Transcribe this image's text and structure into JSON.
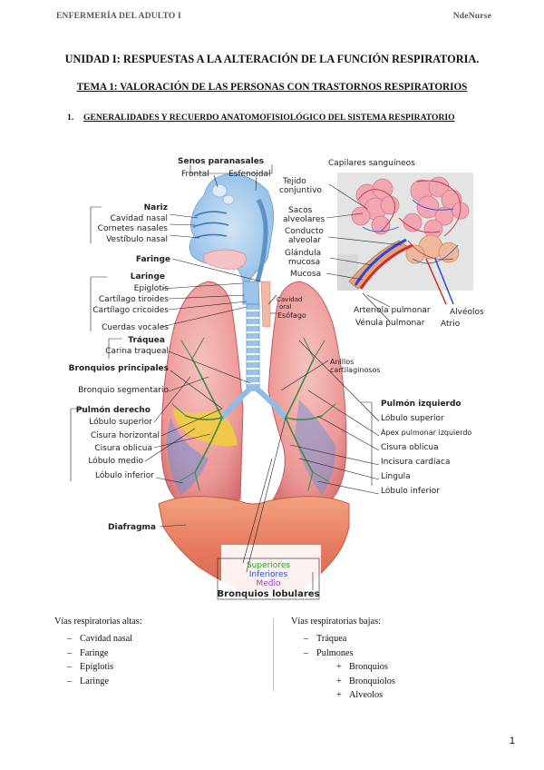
{
  "header": {
    "left": "ENFERMERÍA DEL ADULTO I",
    "right": "NdeNurse"
  },
  "unit_title": "UNIDAD I: RESPUESTAS A LA ALTERACIÓN DE LA FUNCIÓN RESPIRATORIA.",
  "topic_title": "TEMA 1: VALORACIÓN DE LAS PERSONAS CON TRASTORNOS RESPIRATORIOS",
  "section": {
    "number": "1.",
    "title": "GENERALIDADES Y RECUERDO ANATOMOFISIOLÓGICO DEL SISTEMA RESPIRATORIO"
  },
  "diagram": {
    "labels": {
      "senos": "Senos paranasales",
      "frontal": "Frontal",
      "esfenoidal": "Esfenoidal",
      "nariz": "Nariz",
      "cavidad_nasal": "Cavidad nasal",
      "cornetes": "Cornetes nasales",
      "vestibulo": "Vestíbulo nasal",
      "faringe": "Faringe",
      "laringe": "Laringe",
      "epiglotis": "Epiglotis",
      "tiroides": "Cartílago tiroides",
      "cricoides": "Cartílago cricoides",
      "cuerdas": "Cuerdas vocales",
      "traquea": "Tráquea",
      "carina": "Carina traqueal",
      "bronquios_principales": "Bronquios principales",
      "bronquio_segmentario": "Bronquio segmentario",
      "pulmon_derecho": "Pulmón derecho",
      "lobulo_superior_d": "Lóbulo superior",
      "cisura_horizontal": "Cisura horizontal",
      "cisura_oblicua_d": "Cisura oblicua",
      "lobulo_medio": "Lóbulo medio",
      "lobulo_inferior_d": "Lóbulo inferior",
      "diafragma": "Diafragma",
      "capilares": "Capilares sanguíneos",
      "tejido1": "Tejido",
      "tejido2": "conjuntivo",
      "sacos1": "Sacos",
      "sacos2": "alveolares",
      "conducto1": "Conducto",
      "conducto2": "alveolar",
      "glandula1": "Glándula",
      "glandula2": "mucosa",
      "mucosa": "Mucosa",
      "cavidad_oral1": "Cavidad",
      "cavidad_oral2": "oral",
      "esofago": "Esófago",
      "arteriola": "Arteriola pulmonar",
      "venula": "Vénula pulmonar",
      "alveolos": "Alvéolos",
      "atrio": "Atrio",
      "anillos1": "Anillos",
      "anillos2": "cartilaginosos",
      "pulmon_izquierdo": "Pulmón izquierdo",
      "lobulo_superior_i": "Lóbulo superior",
      "apex": "Ápex pulmonar izquierdo",
      "cisura_oblicua_i": "Cisura oblicua",
      "incisura": "Incisura cardíaca",
      "lingula": "Língula",
      "lobulo_inferior_i": "Lóbulo inferior",
      "superiores": "Superiores",
      "inferiores": "Inferiores",
      "medio": "Medio",
      "bronquios_lobulares": "Bronquios lobulares"
    },
    "colors": {
      "lung": "#e88a8a",
      "lung_light": "#f4b3b0",
      "diaphragm": "#e4775d",
      "airway_blue": "#7eb4e0",
      "tree_green": "#4a9e4a",
      "yellow_lobe": "#f0cf3a",
      "blue_lobe": "#5a7fd0",
      "green_text": "#2e9a2e",
      "blue_text": "#2850c8",
      "purple_text": "#8a4ec0",
      "artery": "#d42a2a",
      "vein": "#2a4ad4"
    }
  },
  "lists": {
    "upper": {
      "title": "Vías respiratorias altas:",
      "items": [
        "Cavidad nasal",
        "Faringe",
        "Epíglotis",
        "Laringe"
      ]
    },
    "lower": {
      "title": "Vías respiratorias bajas:",
      "items": [
        {
          "text": "Tráquea",
          "level": 1
        },
        {
          "text": "Pulmones",
          "level": 1
        },
        {
          "text": "Bronquios",
          "level": 2
        },
        {
          "text": "Bronquiolos",
          "level": 2
        },
        {
          "text": "Alveolos",
          "level": 2
        }
      ]
    },
    "markers": {
      "level1": "–",
      "level2": "+"
    }
  },
  "page_number": "1"
}
